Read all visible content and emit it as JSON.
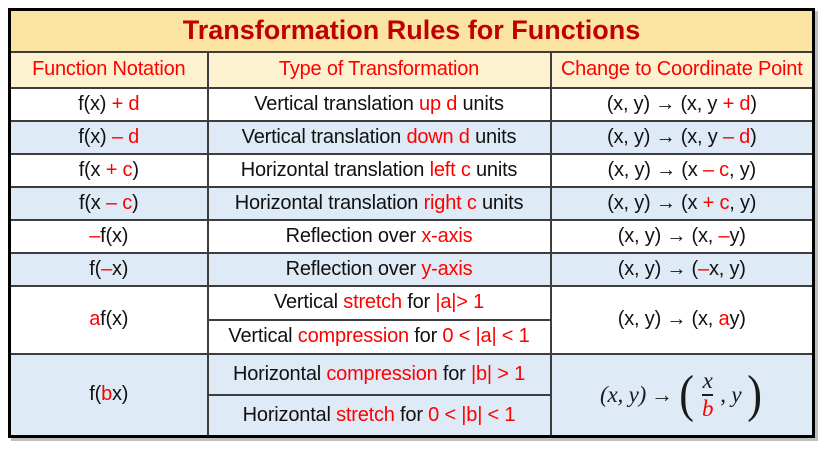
{
  "palette": {
    "title_bg": "#FBE3A1",
    "header_bg": "#FDF2CF",
    "row_blue": "#DEEAF6",
    "row_white": "#FFFFFF",
    "title_text": "#C00000",
    "header_text": "#FF0000",
    "accent": "#FF0000",
    "text": "#111111",
    "border_inner": "#3D3D3D",
    "border_outer": "#000000"
  },
  "title": "Transformation Rules for Functions",
  "columns": [
    "Function Notation",
    "Type of Transformation",
    "Change to Coordinate Point"
  ],
  "rows": [
    {
      "notation": [
        [
          "f(x) ",
          "k"
        ],
        [
          "+ d",
          "r"
        ]
      ],
      "transformation": [
        [
          "Vertical translation ",
          "k"
        ],
        [
          "up d",
          "r"
        ],
        [
          " units",
          "k"
        ]
      ],
      "coordinate": [
        [
          "(x, y) → (x, y ",
          "k"
        ],
        [
          "+ d",
          "r"
        ],
        [
          ")",
          "k"
        ]
      ]
    },
    {
      "notation": [
        [
          "f(x) ",
          "k"
        ],
        [
          "– d",
          "r"
        ]
      ],
      "transformation": [
        [
          "Vertical translation ",
          "k"
        ],
        [
          "down d",
          "r"
        ],
        [
          " units",
          "k"
        ]
      ],
      "coordinate": [
        [
          "(x, y) → (x, y ",
          "k"
        ],
        [
          "– d",
          "r"
        ],
        [
          ")",
          "k"
        ]
      ]
    },
    {
      "notation": [
        [
          "f(x ",
          "k"
        ],
        [
          "+ c",
          "r"
        ],
        [
          ")",
          "k"
        ]
      ],
      "transformation": [
        [
          "Horizontal translation ",
          "k"
        ],
        [
          "left c",
          "r"
        ],
        [
          " units",
          "k"
        ]
      ],
      "coordinate": [
        [
          "(x, y) → (x ",
          "k"
        ],
        [
          "– c",
          "r"
        ],
        [
          ", y)",
          "k"
        ]
      ]
    },
    {
      "notation": [
        [
          "f(x ",
          "k"
        ],
        [
          "– c",
          "r"
        ],
        [
          ")",
          "k"
        ]
      ],
      "transformation": [
        [
          "Horizontal translation ",
          "k"
        ],
        [
          "right c",
          "r"
        ],
        [
          " units",
          "k"
        ]
      ],
      "coordinate": [
        [
          "(x, y) → (x ",
          "k"
        ],
        [
          "+ c",
          "r"
        ],
        [
          ", y)",
          "k"
        ]
      ]
    },
    {
      "notation": [
        [
          "–",
          "r"
        ],
        [
          "f(x)",
          "k"
        ]
      ],
      "transformation": [
        [
          "Reflection over ",
          "k"
        ],
        [
          "x-axis",
          "r"
        ]
      ],
      "coordinate": [
        [
          "(x, y) → (x, ",
          "k"
        ],
        [
          "–",
          "r"
        ],
        [
          "y)",
          "k"
        ]
      ]
    },
    {
      "notation": [
        [
          "f(",
          "k"
        ],
        [
          "–",
          "r"
        ],
        [
          "x)",
          "k"
        ]
      ],
      "transformation": [
        [
          "Reflection over ",
          "k"
        ],
        [
          "y-axis",
          "r"
        ]
      ],
      "coordinate": [
        [
          "(x, y) → (",
          "k"
        ],
        [
          "–",
          "r"
        ],
        [
          "x, y)",
          "k"
        ]
      ]
    },
    {
      "notation": [
        [
          "a",
          "r"
        ],
        [
          "f(x)",
          "k"
        ]
      ],
      "transformation_1": [
        [
          "Vertical ",
          "k"
        ],
        [
          "stretch",
          "r"
        ],
        [
          " for ",
          "k"
        ],
        [
          "|a|> 1",
          "r"
        ]
      ],
      "transformation_2": [
        [
          "Vertical ",
          "k"
        ],
        [
          "compression",
          "r"
        ],
        [
          " for ",
          "k"
        ],
        [
          "0 < |a| < 1",
          "r"
        ]
      ],
      "coordinate": [
        [
          "(x, y) → (x, ",
          "k"
        ],
        [
          "a",
          "r"
        ],
        [
          "y)",
          "k"
        ]
      ]
    },
    {
      "notation": [
        [
          "f(",
          "k"
        ],
        [
          "b",
          "r"
        ],
        [
          "x)",
          "k"
        ]
      ],
      "transformation_1": [
        [
          "Horizontal ",
          "k"
        ],
        [
          "compression",
          "r"
        ],
        [
          " for ",
          "k"
        ],
        [
          "|b| > 1",
          "r"
        ]
      ],
      "transformation_2": [
        [
          "Horizontal ",
          "k"
        ],
        [
          "stretch",
          "r"
        ],
        [
          " for ",
          "k"
        ],
        [
          "0 < |b| < 1",
          "r"
        ]
      ],
      "math": {
        "prefix": "(x, y)",
        "arrow": "→",
        "open": "(",
        "numerator": "x",
        "denominator": "b",
        "comma_y": ", y",
        "close": ")"
      }
    }
  ]
}
